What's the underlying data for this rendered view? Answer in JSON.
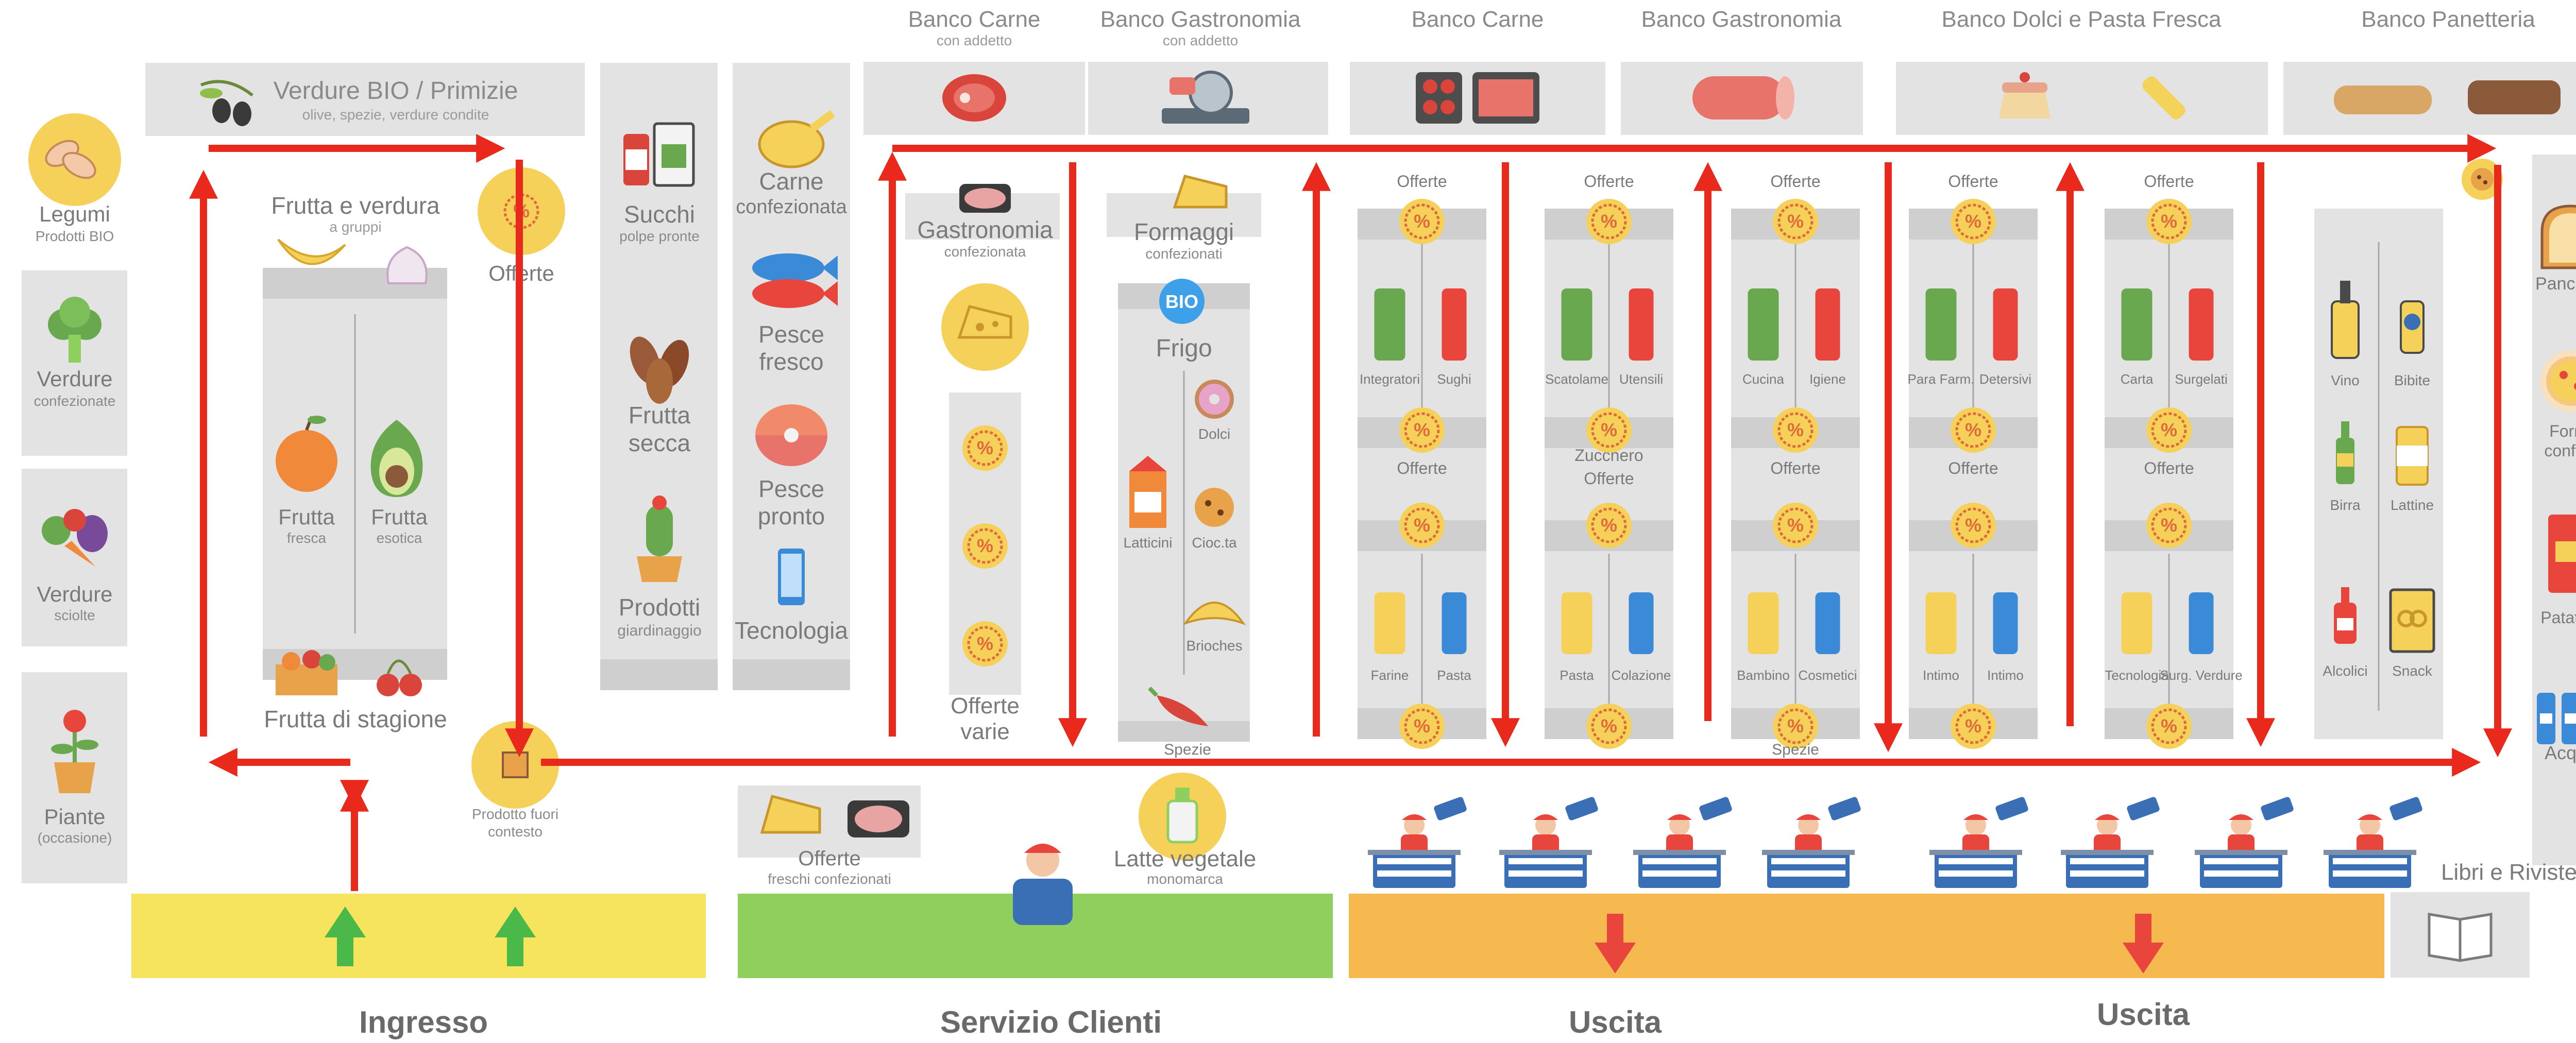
{
  "counters_top": [
    {
      "id": "carne-addetto",
      "title": "Banco Carne",
      "sub": "con addetto",
      "icon": "steak-icon"
    },
    {
      "id": "gastro-addetto",
      "title": "Banco Gastronomia",
      "sub": "con addetto",
      "icon": "meat-slicer-icon"
    },
    {
      "id": "carne",
      "title": "Banco Carne",
      "sub": "",
      "icon": "meat-trays-icon"
    },
    {
      "id": "gastro",
      "title": "Banco Gastronomia",
      "sub": "",
      "icon": "salami-icon"
    },
    {
      "id": "dolci",
      "title": "Banco Dolci e Pasta Fresca",
      "sub": "",
      "icon": "cake-pasta-icon"
    },
    {
      "id": "panetteria",
      "title": "Banco Panetteria",
      "sub": "",
      "icon": "bread-icon"
    }
  ],
  "verdure_bio": {
    "title": "Verdure BIO / Primizie",
    "sub": "olive, spezie, verdure condite"
  },
  "left_column": [
    {
      "id": "legumi",
      "label": "Legumi",
      "sub": "Prodotti BIO",
      "icon": "beans-icon"
    },
    {
      "id": "verdure-conf",
      "label": "Verdure",
      "sub": "confezionate",
      "icon": "broccoli-icon"
    },
    {
      "id": "verdure-sciolte",
      "label": "Verdure",
      "sub": "sciolte",
      "icon": "vegetables-icon"
    },
    {
      "id": "piante",
      "label": "Piante",
      "sub": "(occasione)",
      "icon": "flower-pot-icon"
    }
  ],
  "frutta_block": {
    "title": "Frutta e verdura",
    "title_sub": "a gruppi",
    "fresca": "Frutta",
    "fresca_sub": "fresca",
    "esotica": "Frutta",
    "esotica_sub": "esotica",
    "stagione": "Frutta di stagione"
  },
  "offerte_top": "Offerte",
  "prodotto_fuori": {
    "line1": "Prodotto fuori",
    "line2": "contesto"
  },
  "aisle1": [
    {
      "label": "Succhi",
      "sub": "polpe pronte",
      "icon": "juice-icon"
    },
    {
      "label": "Frutta",
      "label2": "secca",
      "icon": "almonds-icon"
    },
    {
      "label": "Prodotti",
      "sub": "giardinaggio",
      "icon": "cactus-icon"
    }
  ],
  "aisle2": [
    {
      "label": "Carne",
      "sub2": "confezionata",
      "icon": "chicken-icon"
    },
    {
      "label": "Pesce",
      "label2": "fresco",
      "icon": "fish-icon"
    },
    {
      "label": "Pesce",
      "label2": "pronto",
      "icon": "salmon-icon"
    },
    {
      "label": "Tecnologia",
      "icon": "phone-icon"
    }
  ],
  "gastronomia_conf": {
    "title": "Gastronomia",
    "sub": "confezionata",
    "offerte_varie1": "Offerte",
    "offerte_varie2": "varie"
  },
  "formaggi": {
    "title": "Formaggi",
    "sub": "confezionati",
    "bio": "BIO",
    "frigo": "Frigo",
    "dolci": "Dolci",
    "latticini": "Latticini",
    "cioccolata": "Cioc.ta",
    "brioches": "Brioches",
    "spezie": "Spezie"
  },
  "shelf_offerte": "Offerte",
  "shelves": [
    {
      "id": "s1",
      "top": {
        "l": "Integratori",
        "r": "Sughi"
      },
      "bottom": {
        "l": "Farine",
        "r": "Pasta"
      },
      "mid_label": "Offerte"
    },
    {
      "id": "s2",
      "top": {
        "l": "Scatolame",
        "r": "Utensili"
      },
      "bottom": {
        "l": "Pasta",
        "r": "Colazione"
      },
      "mid_label": "Offerte",
      "mid_label0": "Zucchero"
    },
    {
      "id": "s3",
      "top": {
        "l": "Cucina",
        "r": "Igiene"
      },
      "bottom": {
        "l": "Bambino",
        "r": "Cosmetici"
      },
      "mid_label": "Offerte",
      "bottom_extra": "Spezie"
    },
    {
      "id": "s4",
      "top": {
        "l": "Para Farm.",
        "r": "Detersivi"
      },
      "bottom": {
        "l": "Intimo",
        "r": "Intimo"
      },
      "mid_label": "Offerte"
    },
    {
      "id": "s5",
      "top": {
        "l": "Carta",
        "r": "Surgelati"
      },
      "bottom": {
        "l": "Tecnologia",
        "r": "Surg. Verdure"
      },
      "mid_label": "Offerte"
    }
  ],
  "drinks": {
    "vino": "Vino",
    "bibite": "Bibite",
    "birra": "Birra",
    "lattine": "Lattine",
    "alcolici": "Alcolici",
    "snack": "Snack"
  },
  "right_column": [
    {
      "label": "Pancarrè",
      "icon": "toast-icon"
    },
    {
      "label": "Forno",
      "label2": "confez.",
      "icon": "pizza-icon"
    },
    {
      "label": "Patatine",
      "icon": "chips-icon"
    },
    {
      "label": "Acqua",
      "icon": "water-bottles-icon"
    }
  ],
  "bottom": {
    "offerte_fresh": "Offerte",
    "offerte_fresh_sub": "freschi confezionati",
    "latte": "Latte vegetale",
    "latte_sub": "monomarca",
    "libri": "Libri e Riviste",
    "ingresso": "Ingresso",
    "servizio": "Servizio Clienti",
    "uscita1": "Uscita",
    "uscita2": "Uscita"
  },
  "colors": {
    "route": "#e8291c",
    "shelf": "#e3e3e3",
    "shelf_dark": "#cfcfcf",
    "entrance": "#f7e45e",
    "service": "#8fcf5d",
    "exit": "#f5b950",
    "badge": "#f5d15a",
    "badge_dark": "#e06b3a",
    "green_arrow": "#4bb84a",
    "bio": "#3da0e8"
  }
}
